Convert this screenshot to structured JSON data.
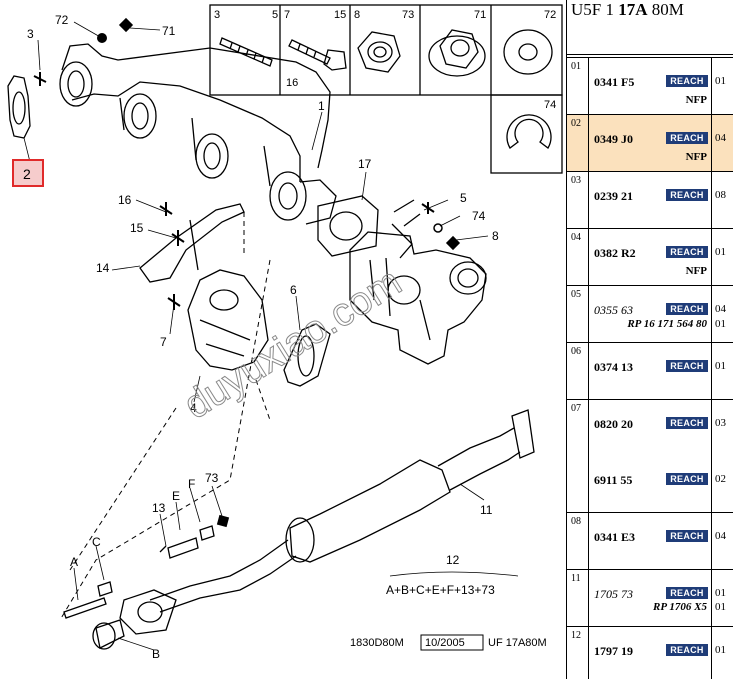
{
  "header": {
    "parts": [
      "U5F",
      "1",
      "17A",
      "80M"
    ]
  },
  "diagram": {
    "callouts": [
      "72",
      "71",
      "3",
      "2",
      "1",
      "17",
      "5",
      "74",
      "8",
      "16",
      "15",
      "14",
      "7",
      "6",
      "4",
      "11",
      "13",
      "E",
      "F",
      "73",
      "C",
      "A",
      "B",
      "12"
    ],
    "highlighted_callout": "2",
    "kit_formula": "A+B+C+E+F+13+73",
    "footer": {
      "code": "1830D80M",
      "date": "10/2005",
      "ref": "UF 17A80M"
    },
    "watermark": "duyuxiao.com",
    "inset_labels": [
      "3",
      "5",
      "7",
      "15",
      "16",
      "8",
      "73",
      "71",
      "72",
      "74"
    ],
    "highlight_color": "#e02a2a"
  },
  "parts_list": {
    "accent_color": "#1f3c78",
    "selected_color": "#fbe1bd",
    "rows": [
      {
        "index": "01",
        "lines": [
          {
            "ref": "0341 F5",
            "reach": "REACH",
            "qty": "01"
          }
        ],
        "note": "NFP"
      },
      {
        "index": "02",
        "selected": true,
        "lines": [
          {
            "ref": "0349 J0",
            "reach": "REACH",
            "qty": "04"
          }
        ],
        "note": "NFP"
      },
      {
        "index": "03",
        "lines": [
          {
            "ref": "0239 21",
            "reach": "REACH",
            "qty": "08"
          }
        ]
      },
      {
        "index": "04",
        "lines": [
          {
            "ref": "0382 R2",
            "reach": "REACH",
            "qty": "01"
          }
        ],
        "note": "NFP"
      },
      {
        "index": "05",
        "lines": [
          {
            "ref": "0355 63",
            "italic": true,
            "reach": "REACH",
            "qty": "04"
          },
          {
            "note": "RP 16 171 564 80",
            "qty": "01"
          }
        ]
      },
      {
        "index": "06",
        "lines": [
          {
            "ref": "0374 13",
            "reach": "REACH",
            "qty": "01"
          }
        ]
      },
      {
        "index": "07",
        "lines": [
          {
            "ref": "0820 20",
            "reach": "REACH",
            "qty": "03"
          },
          {
            "ref": "6911 55",
            "reach": "REACH",
            "qty": "02"
          }
        ]
      },
      {
        "index": "08",
        "lines": [
          {
            "ref": "0341 E3",
            "reach": "REACH",
            "qty": "04"
          }
        ]
      },
      {
        "index": "11",
        "lines": [
          {
            "ref": "1705 73",
            "italic": true,
            "reach": "REACH",
            "qty": "01"
          },
          {
            "note": "RP 1706 X5",
            "qty": "01"
          }
        ]
      },
      {
        "index": "12",
        "lines": [
          {
            "ref": "1797 19",
            "reach": "REACH",
            "qty": "01"
          }
        ]
      }
    ]
  }
}
